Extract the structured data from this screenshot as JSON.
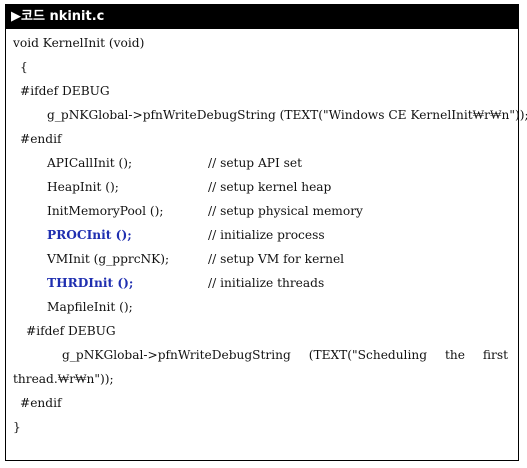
{
  "header": {
    "title": "▶코드 nkinit.c"
  },
  "code": {
    "l01": "void KernelInit (void)",
    "l02": "{",
    "l03": "#ifdef DEBUG",
    "l04": "g_pNKGlobal->pfnWriteDebugString (TEXT(\"Windows CE KernelInit₩r₩n\"));",
    "l05": "#endif",
    "l06": {
      "code": "APICallInit ();",
      "comment": "// setup API set"
    },
    "l07": {
      "code": "HeapInit ();",
      "comment": "// setup kernel heap"
    },
    "l08": {
      "code": "InitMemoryPool ();",
      "comment": "// setup physical memory"
    },
    "l09": {
      "code": "PROCInit ();",
      "comment": "// initialize process"
    },
    "l10": {
      "code": "VMInit (g_pprcNK);",
      "comment": "// setup VM for kernel"
    },
    "l11": {
      "code": "THRDInit ();",
      "comment": "// initialize threads"
    },
    "l12": "MapfileInit ();",
    "l13": "#ifdef DEBUG",
    "l14": {
      "w1": "g_pNKGlobal->pfnWriteDebugString",
      "w2": "(TEXT(\"Scheduling",
      "w3": "the",
      "w4": "first"
    },
    "l15": "thread.₩r₩n\"));",
    "l16": "#endif",
    "l17": "}"
  },
  "colors": {
    "highlight": "#1f2fb0",
    "header_bg": "#000000",
    "text": "#111111"
  }
}
